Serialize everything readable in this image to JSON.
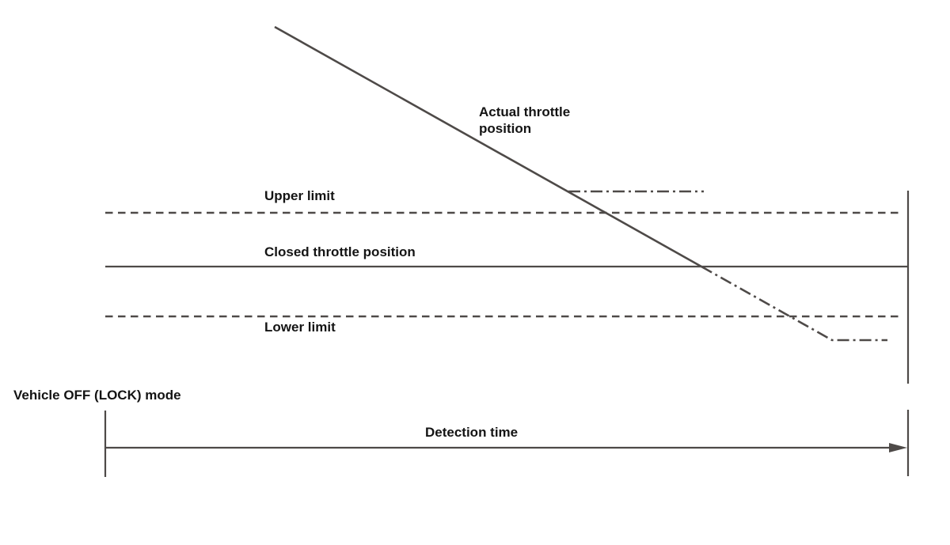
{
  "diagram": {
    "labels": {
      "actual_throttle": "Actual throttle\nposition",
      "upper_limit": "Upper limit",
      "closed_throttle": "Closed throttle position",
      "lower_limit": "Lower limit",
      "vehicle_mode": "Vehicle OFF (LOCK) mode",
      "detection_time": "Detection time"
    },
    "lines": {
      "actual_throttle_trace": "solid diagonal, becomes dash-dot below closed throttle position",
      "held_position_trace": "dash-dot horizontal segment at crossing of upper region",
      "upper_limit_line": "dashed horizontal",
      "closed_throttle_line": "solid horizontal",
      "lower_limit_line": "dashed horizontal",
      "detection_window_boundary": "vertical line at right",
      "time_axis": "horizontal arrow with end ticks"
    },
    "colors": {
      "line": "#4e4a48",
      "text": "#141414",
      "background": "#ffffff"
    }
  }
}
